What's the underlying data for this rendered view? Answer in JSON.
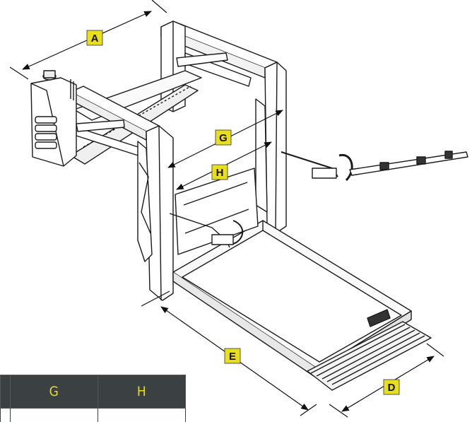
{
  "dimension_labels": {
    "a": "A",
    "d": "D",
    "e": "E",
    "g": "G",
    "h": "H"
  },
  "table": {
    "headers": [
      "",
      "G",
      "H"
    ],
    "rows": [
      [
        "",
        "",
        ""
      ]
    ]
  },
  "colors": {
    "label_fill": "#e8de1c",
    "table_header_bg": "#3b4043",
    "line": "#1a1a1a"
  }
}
